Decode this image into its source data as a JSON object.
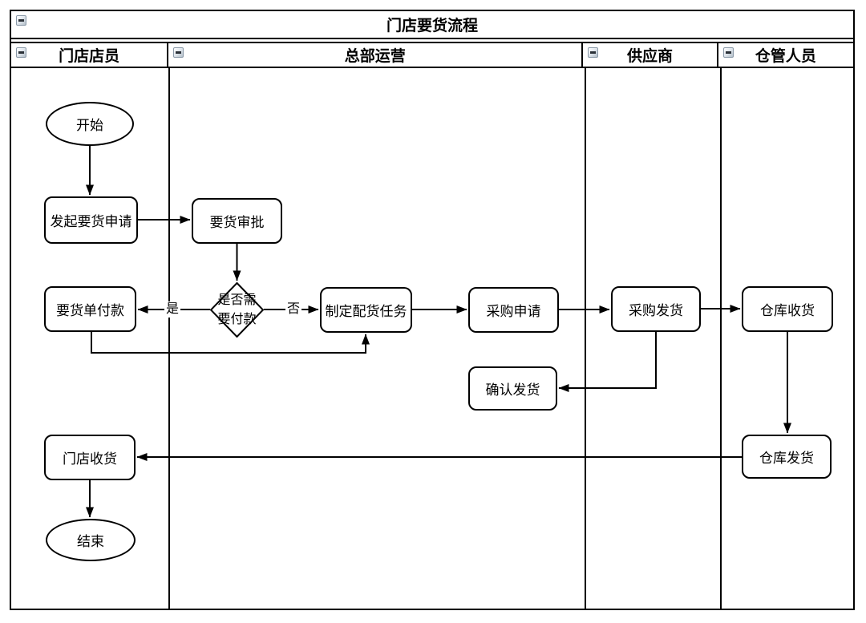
{
  "diagram": {
    "title": "门店要货流程",
    "lanes": [
      {
        "label": "门店店员"
      },
      {
        "label": "总部运营"
      },
      {
        "label": "供应商"
      },
      {
        "label": "仓管人员"
      }
    ],
    "nodes": {
      "start": {
        "type": "ellipse",
        "label": "开始"
      },
      "apply": {
        "type": "process",
        "label": "发起要货申请"
      },
      "approve": {
        "type": "process",
        "label": "要货审批"
      },
      "decision": {
        "type": "decision",
        "label": "是否需要付款",
        "line1": "是否需",
        "line2": "要付款"
      },
      "payment": {
        "type": "process",
        "label": "要货单付款"
      },
      "task": {
        "type": "process",
        "label": "制定配货任务"
      },
      "purchase": {
        "type": "process",
        "label": "采购申请"
      },
      "confirm": {
        "type": "process",
        "label": "确认发货"
      },
      "supplier_ship": {
        "type": "process",
        "label": "采购发货"
      },
      "wh_receive": {
        "type": "process",
        "label": "仓库收货"
      },
      "wh_ship": {
        "type": "process",
        "label": "仓库发货"
      },
      "store_receive": {
        "type": "process",
        "label": "门店收货"
      },
      "end": {
        "type": "ellipse",
        "label": "结束"
      }
    },
    "edge_labels": {
      "yes": "是",
      "no": "否"
    },
    "colors": {
      "stroke": "#000000",
      "fill": "#ffffff",
      "background": "#ffffff"
    }
  }
}
